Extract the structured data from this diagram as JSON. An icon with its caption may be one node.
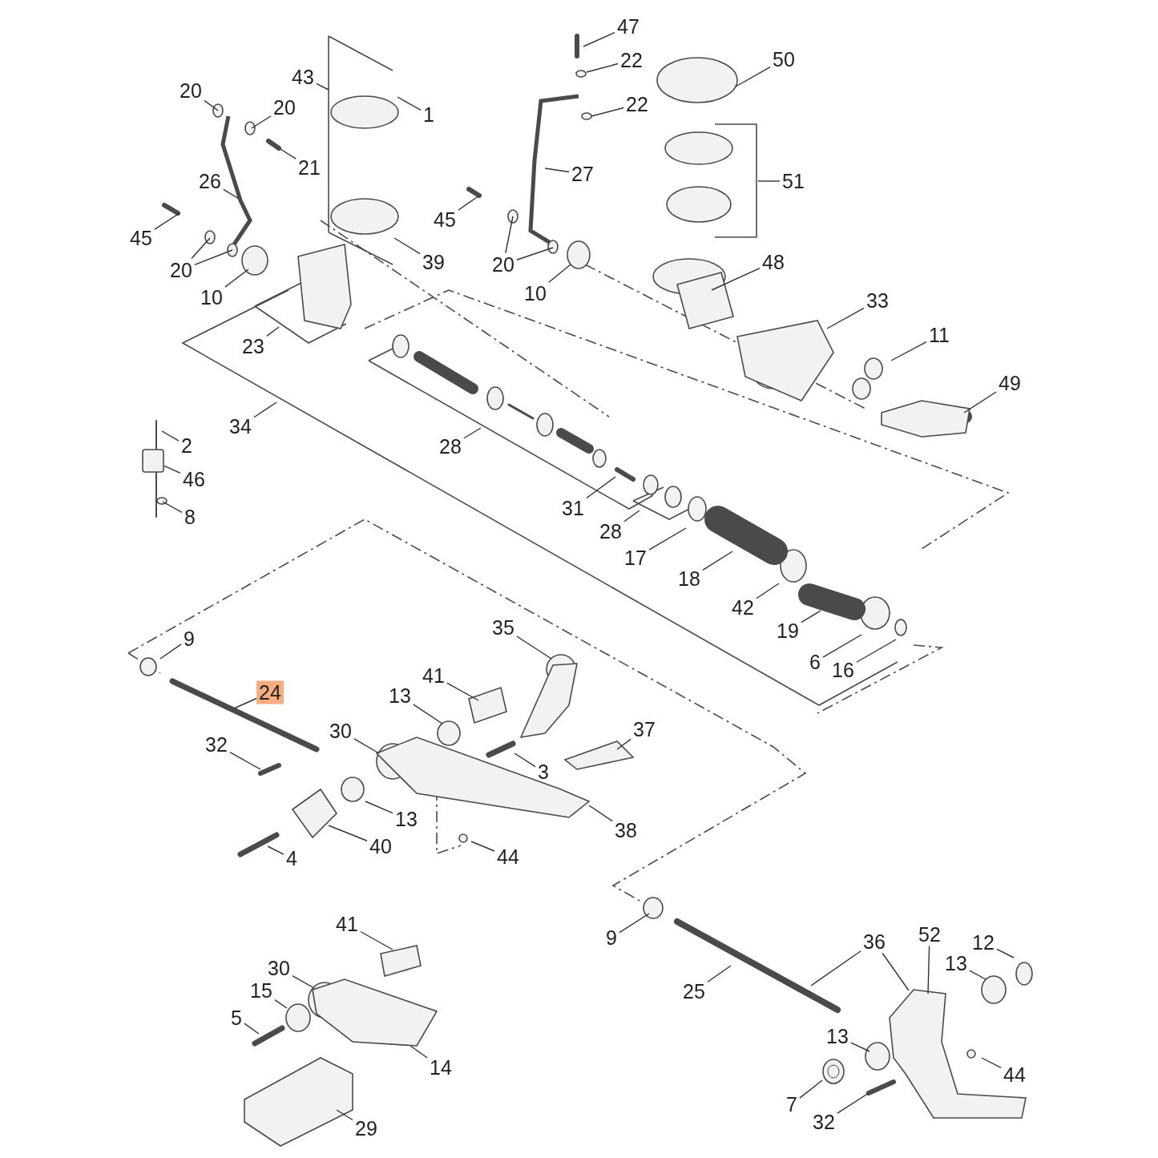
{
  "diagram": {
    "nodes": [
      {
        "text": [
          "20"
        ]
      },
      {
        "text": [
          "20"
        ]
      },
      {
        "text": [
          "21"
        ]
      },
      {
        "text": [
          "26"
        ]
      },
      {
        "text": [
          "45"
        ]
      },
      {
        "text": [
          "20"
        ]
      },
      {
        "text": [
          "10"
        ]
      },
      {
        "text": [
          "43"
        ]
      },
      {
        "text": [
          "1"
        ]
      },
      {
        "text": [
          "39"
        ]
      },
      {
        "text": [
          "23"
        ]
      },
      {
        "text": [
          "47"
        ]
      },
      {
        "text": [
          "22"
        ]
      },
      {
        "text": [
          "22"
        ]
      },
      {
        "text": [
          "27"
        ]
      },
      {
        "text": [
          "45"
        ]
      },
      {
        "text": [
          "20"
        ]
      },
      {
        "text": [
          "10"
        ]
      },
      {
        "text": [
          "50"
        ]
      },
      {
        "text": [
          "51"
        ]
      },
      {
        "text": [
          "48"
        ]
      },
      {
        "text": [
          "33"
        ]
      },
      {
        "text": [
          "11"
        ]
      },
      {
        "text": [
          "49"
        ]
      },
      {
        "text": [
          "34"
        ]
      },
      {
        "text": [
          "28"
        ]
      },
      {
        "text": [
          "2"
        ]
      },
      {
        "text": [
          "46"
        ]
      },
      {
        "text": [
          "8"
        ]
      },
      {
        "text": [
          "31"
        ]
      },
      {
        "text": [
          "28"
        ]
      },
      {
        "text": [
          "17"
        ]
      },
      {
        "text": [
          "18"
        ]
      },
      {
        "text": [
          "42"
        ]
      },
      {
        "text": [
          "19"
        ]
      },
      {
        "text": [
          "6"
        ]
      },
      {
        "text": [
          "16"
        ]
      },
      {
        "text": [
          "9"
        ]
      },
      {
        "text": [
          "24"
        ]
      },
      {
        "text": [
          "35"
        ]
      },
      {
        "text": [
          "41"
        ]
      },
      {
        "text": [
          "13"
        ]
      },
      {
        "text": [
          "30"
        ]
      },
      {
        "text": [
          "37"
        ]
      },
      {
        "text": [
          "32"
        ]
      },
      {
        "text": [
          "3"
        ]
      },
      {
        "text": [
          "13"
        ]
      },
      {
        "text": [
          "38"
        ]
      },
      {
        "text": [
          "40"
        ]
      },
      {
        "text": [
          "4"
        ]
      },
      {
        "text": [
          "44"
        ]
      },
      {
        "text": [
          "9"
        ]
      },
      {
        "text": [
          "41"
        ]
      },
      {
        "text": [
          "36"
        ]
      },
      {
        "text": [
          "52"
        ]
      },
      {
        "text": [
          "12"
        ]
      },
      {
        "text": [
          "30"
        ]
      },
      {
        "text": [
          "13"
        ]
      },
      {
        "text": [
          "25"
        ]
      },
      {
        "text": [
          "15"
        ]
      },
      {
        "text": [
          "5"
        ]
      },
      {
        "text": [
          "14"
        ]
      },
      {
        "text": [
          "13"
        ]
      },
      {
        "text": [
          "44"
        ]
      },
      {
        "text": [
          "7"
        ]
      },
      {
        "text": [
          "32"
        ]
      },
      {
        "text": [
          "29"
        ]
      },
      {
        "text": [],
        "shape": "circle"
      },
      {
        "text": [],
        "shape": "box"
      }
    ],
    "edges": [
      {
        "from": 0,
        "to": null,
        "arrow": "none"
      },
      {
        "from": 1,
        "to": null,
        "arrow": "none"
      },
      {
        "from": 2,
        "to": null,
        "arrow": "none"
      },
      {
        "from": 3,
        "to": null,
        "arrow": "none"
      },
      {
        "from": 4,
        "to": null,
        "arrow": "none"
      },
      {
        "from": 5,
        "to": null,
        "arrow": "none"
      },
      {
        "from": 5,
        "to": null,
        "arrow": "none"
      },
      {
        "from": 6,
        "to": null,
        "arrow": "none"
      },
      {
        "from": 7,
        "to": null,
        "arrow": "none"
      },
      {
        "from": 8,
        "to": null,
        "arrow": "none"
      },
      {
        "from": 9,
        "to": null,
        "arrow": "none"
      },
      {
        "from": 10,
        "to": null,
        "arrow": "none"
      },
      {
        "from": 11,
        "to": null,
        "arrow": "none"
      },
      {
        "from": 12,
        "to": null,
        "arrow": "none"
      },
      {
        "from": 13,
        "to": null,
        "arrow": "none"
      },
      {
        "from": 14,
        "to": null,
        "arrow": "none"
      },
      {
        "from": 15,
        "to": null,
        "arrow": "none"
      },
      {
        "from": 16,
        "to": null,
        "arrow": "none"
      },
      {
        "from": 16,
        "to": null,
        "arrow": "none"
      },
      {
        "from": 17,
        "to": null,
        "arrow": "none"
      },
      {
        "from": 18,
        "to": null,
        "arrow": "none"
      },
      {
        "from": 19,
        "to": null,
        "arrow": "none"
      },
      {
        "from": 20,
        "to": null,
        "arrow": "none"
      },
      {
        "from": 21,
        "to": null,
        "arrow": "none"
      },
      {
        "from": 22,
        "to": null,
        "arrow": "none"
      },
      {
        "from": 23,
        "to": null,
        "arrow": "none"
      },
      {
        "from": 24,
        "to": null,
        "arrow": "none"
      },
      {
        "from": 25,
        "to": null,
        "arrow": "none"
      },
      {
        "from": 26,
        "to": null,
        "arrow": "none"
      },
      {
        "from": 27,
        "to": 68,
        "arrow": "none"
      },
      {
        "from": 28,
        "to": null,
        "arrow": "none"
      },
      {
        "from": 29,
        "to": null,
        "arrow": "none"
      },
      {
        "from": 30,
        "to": null,
        "arrow": "none"
      },
      {
        "from": 31,
        "to": null,
        "arrow": "none"
      },
      {
        "from": 32,
        "to": null,
        "arrow": "none"
      },
      {
        "from": 33,
        "to": null,
        "arrow": "none"
      },
      {
        "from": 34,
        "to": null,
        "arrow": "none"
      },
      {
        "from": 35,
        "to": null,
        "arrow": "none"
      },
      {
        "from": 36,
        "to": null,
        "arrow": "none"
      },
      {
        "from": 37,
        "to": null,
        "arrow": "none"
      },
      {
        "from": 38,
        "to": null,
        "arrow": "none"
      },
      {
        "from": 39,
        "to": null,
        "arrow": "none"
      },
      {
        "from": 40,
        "to": null,
        "arrow": "none"
      },
      {
        "from": 41,
        "to": null,
        "arrow": "none"
      },
      {
        "from": 42,
        "to": null,
        "arrow": "none"
      },
      {
        "from": 43,
        "to": null,
        "arrow": "none"
      },
      {
        "from": 44,
        "to": null,
        "arrow": "none"
      },
      {
        "from": 45,
        "to": null,
        "arrow": "none"
      },
      {
        "from": 46,
        "to": null,
        "arrow": "none"
      },
      {
        "from": 47,
        "to": null,
        "arrow": "none"
      },
      {
        "from": 48,
        "to": null,
        "arrow": "none"
      },
      {
        "from": 49,
        "to": null,
        "arrow": "none"
      },
      {
        "from": 50,
        "to": null,
        "arrow": "none"
      },
      {
        "from": 51,
        "to": null,
        "arrow": "none"
      },
      {
        "from": 52,
        "to": null,
        "arrow": "none"
      },
      {
        "from": 53,
        "to": null,
        "arrow": "none"
      },
      {
        "from": 53,
        "to": null,
        "arrow": "none"
      },
      {
        "from": 54,
        "to": null,
        "arrow": "none"
      },
      {
        "from": 55,
        "to": null,
        "arrow": "none"
      },
      {
        "from": 56,
        "to": null,
        "arrow": "none"
      },
      {
        "from": 57,
        "to": null,
        "arrow": "none"
      },
      {
        "from": 58,
        "to": null,
        "arrow": "none"
      },
      {
        "from": 59,
        "to": null,
        "arrow": "none"
      },
      {
        "from": 60,
        "to": null,
        "arrow": "none"
      },
      {
        "from": 61,
        "to": null,
        "arrow": "none"
      },
      {
        "from": 62,
        "to": null,
        "arrow": "none"
      },
      {
        "from": 63,
        "to": null,
        "arrow": "none"
      },
      {
        "from": 64,
        "to": 67,
        "arrow": "none"
      },
      {
        "from": 65,
        "to": null,
        "arrow": "none"
      },
      {
        "from": 66,
        "to": null,
        "arrow": "none"
      }
    ]
  }
}
